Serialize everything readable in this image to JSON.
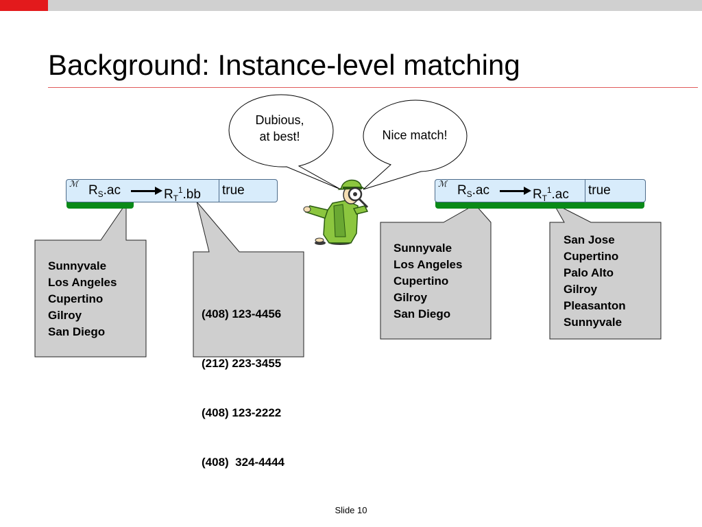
{
  "slide": {
    "title": "Background: Instance-level matching",
    "footer": "Slide 10"
  },
  "colors": {
    "accent_red": "#e31a1c",
    "top_bar_gray": "#d0d0d0",
    "mapping_row_fill": "#d8ecfb",
    "mapping_row_underline": "#0a8a18",
    "callout_fill": "#cfcfcf",
    "detective_green": "#8cc63f"
  },
  "mappings": [
    {
      "symbol": "ℳ",
      "source_base": "R",
      "source_sub": "S",
      "source_attr": ".ac",
      "target_base": "R",
      "target_sub": "T",
      "target_sup": "1",
      "target_attr": ".bb",
      "value": "true"
    },
    {
      "symbol": "ℳ",
      "source_base": "R",
      "source_sub": "S",
      "source_attr": ".ac",
      "target_base": "R",
      "target_sub": "T",
      "target_sup": "1",
      "target_attr": ".ac",
      "value": "true"
    }
  ],
  "callouts": [
    {
      "lines": [
        "Sunnyvale",
        "Los Angeles",
        "Cupertino",
        "Gilroy",
        "San Diego"
      ]
    },
    {
      "lines": [
        "(408) 123-4456",
        "(212) 223-3455",
        "(408) 123-2222",
        "(408)  324-4444"
      ]
    },
    {
      "lines": [
        "Sunnyvale",
        "Los Angeles",
        "Cupertino",
        "Gilroy",
        "San Diego"
      ]
    },
    {
      "lines": [
        "San Jose",
        "Cupertino",
        "Palo Alto",
        "Gilroy",
        "Pleasanton",
        "Sunnyvale"
      ]
    }
  ],
  "bubbles": [
    {
      "line1": "Dubious,",
      "line2": "at best!"
    },
    {
      "line1": "Nice match!"
    }
  ],
  "icons": [
    "detective-icon",
    "magnifying-glass-icon"
  ]
}
